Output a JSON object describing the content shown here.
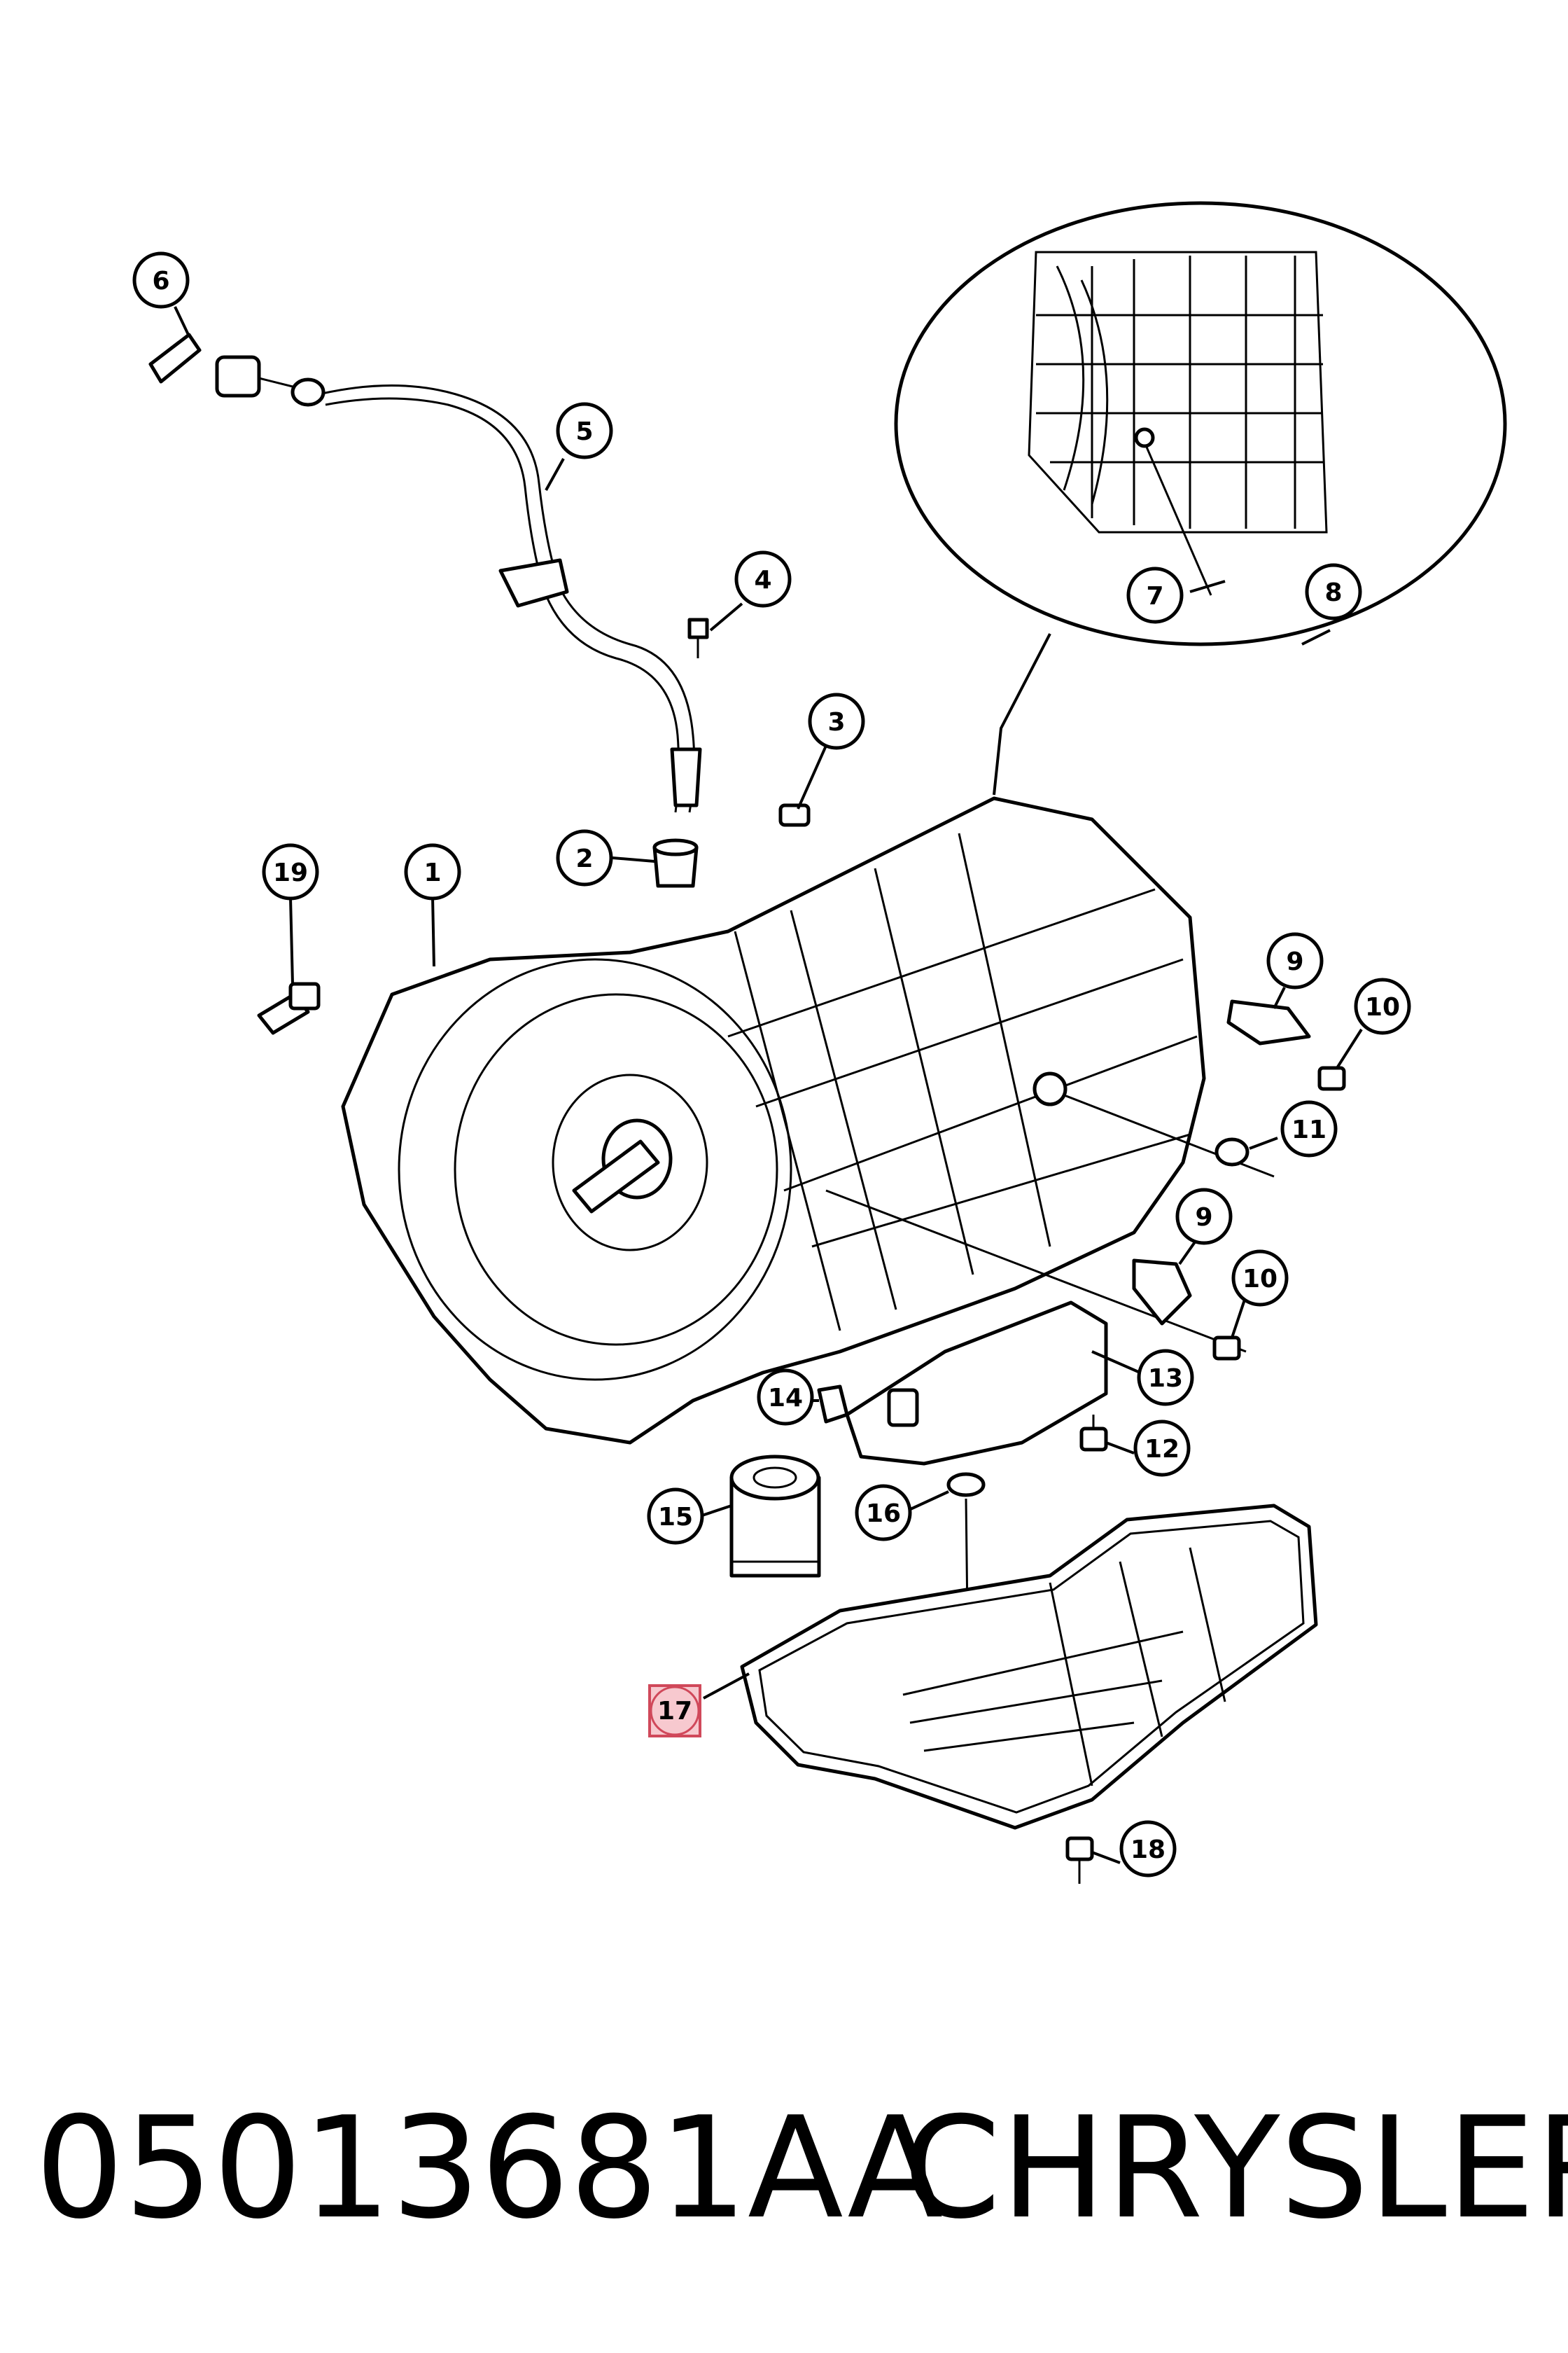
{
  "callouts": [
    {
      "id": "c1",
      "label": "1"
    },
    {
      "id": "c2",
      "label": "2"
    },
    {
      "id": "c3",
      "label": "3"
    },
    {
      "id": "c4",
      "label": "4"
    },
    {
      "id": "c5",
      "label": "5"
    },
    {
      "id": "c6",
      "label": "6"
    },
    {
      "id": "c7",
      "label": "7"
    },
    {
      "id": "c8",
      "label": "8"
    },
    {
      "id": "c9a",
      "label": "9"
    },
    {
      "id": "c9b",
      "label": "9"
    },
    {
      "id": "c10a",
      "label": "10"
    },
    {
      "id": "c10b",
      "label": "10"
    },
    {
      "id": "c11",
      "label": "11"
    },
    {
      "id": "c12",
      "label": "12"
    },
    {
      "id": "c13",
      "label": "13"
    },
    {
      "id": "c14",
      "label": "14"
    },
    {
      "id": "c15",
      "label": "15"
    },
    {
      "id": "c16",
      "label": "16"
    },
    {
      "id": "c17",
      "label": "17",
      "highlighted": true
    },
    {
      "id": "c18",
      "label": "18"
    },
    {
      "id": "c19",
      "label": "19"
    }
  ],
  "footer": {
    "part_number": "05013681AA",
    "brand": "CHRYSLER"
  },
  "colors": {
    "line": "#000000",
    "background": "#ffffff",
    "highlight_fill": "#f7c9cf",
    "highlight_stroke": "#d0485a"
  }
}
